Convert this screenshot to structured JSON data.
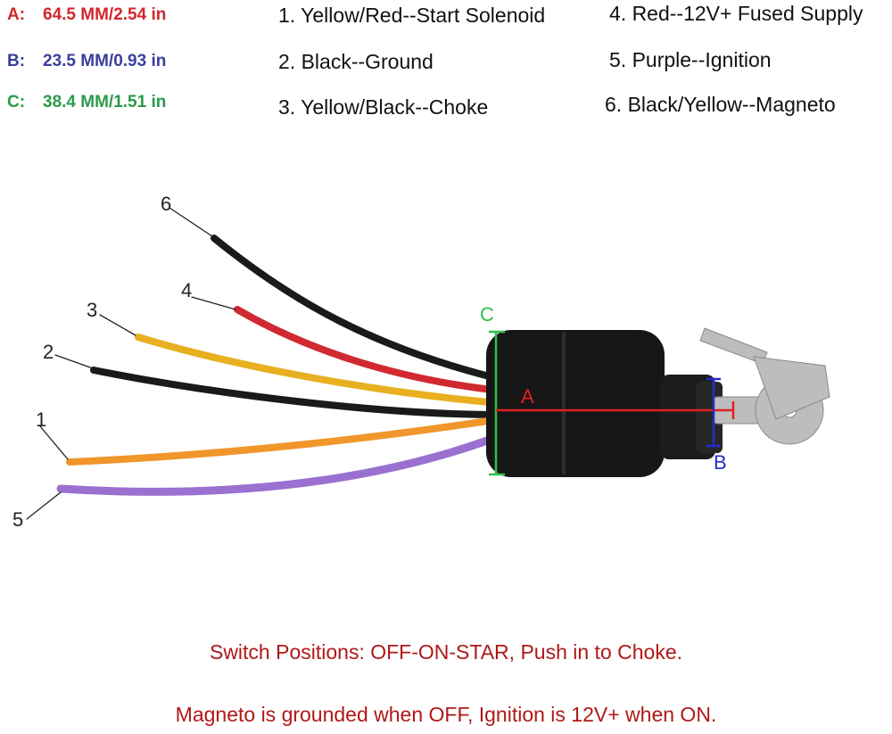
{
  "dimensions": [
    {
      "key": "A:",
      "value": "64.5 MM/2.54 in",
      "color": "#d0282e"
    },
    {
      "key": "B:",
      "value": "23.5 MM/0.93 in",
      "color": "#3a3f9e"
    },
    {
      "key": "C:",
      "value": "38.4 MM/1.51 in",
      "color": "#2a9a4a"
    }
  ],
  "legend": [
    "1. Yellow/Red--Start Solenoid",
    "2. Black--Ground",
    "3. Yellow/Black--Choke",
    "4. Red--12V+ Fused Supply",
    "5. Purple--Ignition",
    "6. Black/Yellow--Magneto"
  ],
  "wire_labels": [
    "1",
    "2",
    "3",
    "4",
    "5",
    "6"
  ],
  "dimension_markers": {
    "a": "A",
    "b": "B",
    "c": "C"
  },
  "notes": [
    "Switch Positions: OFF-ON-STAR, Push in to Choke.",
    "Magneto is grounded when OFF, Ignition is 12V+ when ON."
  ]
}
